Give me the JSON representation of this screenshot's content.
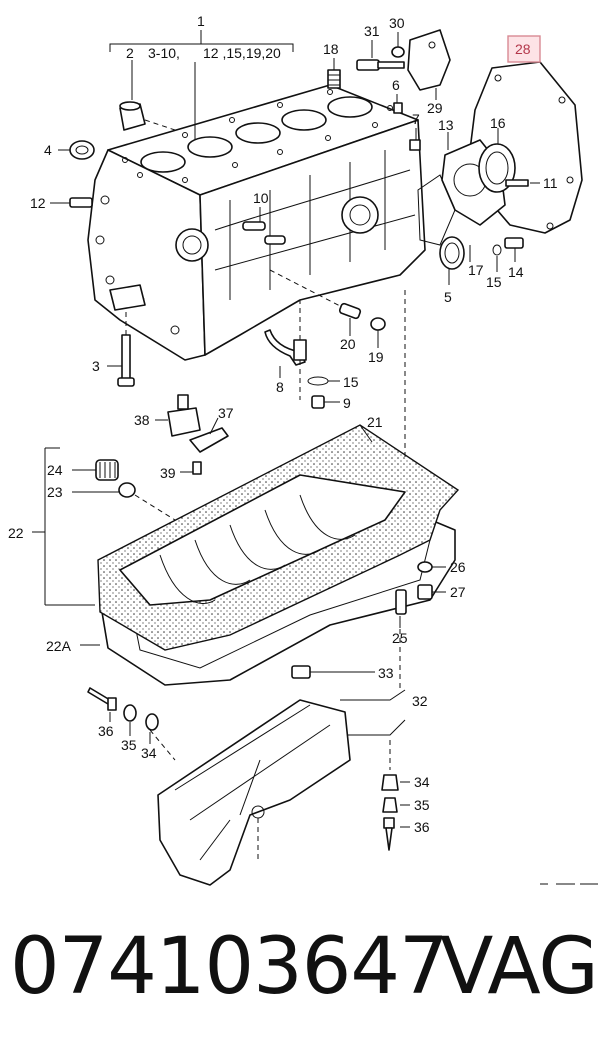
{
  "diagram": {
    "labels": {
      "l1": "1",
      "l2": "2",
      "l2_range": "3-10,",
      "l2_list": "12 ,15,19,20",
      "l3": "3",
      "l4": "4",
      "l5": "5",
      "l6": "6",
      "l7": "7",
      "l8": "8",
      "l9": "9",
      "l10": "10",
      "l11": "11",
      "l12": "12",
      "l13": "13",
      "l14": "14",
      "l15a": "15",
      "l15b": "15",
      "l16": "16",
      "l17": "17",
      "l18": "18",
      "l19": "19",
      "l20": "20",
      "l21": "21",
      "l22": "22",
      "l22a": "22A",
      "l23": "23",
      "l24": "24",
      "l25": "25",
      "l26": "26",
      "l27": "27",
      "l28": "28",
      "l29": "29",
      "l30": "30",
      "l31": "31",
      "l32": "32",
      "l33": "33",
      "l34a": "34",
      "l34b": "34",
      "l35a": "35",
      "l35b": "35",
      "l36a": "36",
      "l36b": "36",
      "l37": "37",
      "l38": "38",
      "l39": "39"
    },
    "highlight_color": "#fde3e6"
  },
  "footer": {
    "part_number": "074103647",
    "brand": "VAG"
  }
}
